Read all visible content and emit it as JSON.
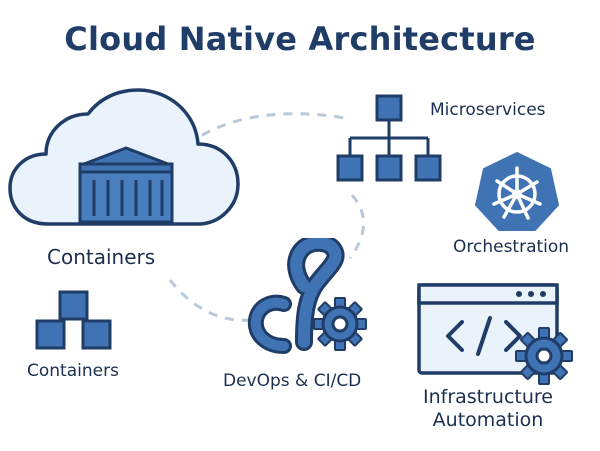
{
  "title": "Cloud Native Architecture",
  "nodes": {
    "containers_cloud": {
      "label": "Containers"
    },
    "containers_blocks": {
      "label": "Containers"
    },
    "microservices": {
      "label": "Microservices"
    },
    "orchestration": {
      "label": "Orchestration"
    },
    "devops": {
      "label": "DevOps & CI/CD"
    },
    "infrastructure": {
      "label_line1": "Infrastructure",
      "label_line2": "Automation"
    }
  },
  "colors": {
    "primary": "#3f73b3",
    "primary_dark": "#1f3d66",
    "light_fill": "#eaf2fb",
    "connector": "#b9c9d9"
  },
  "icons": [
    "cloud-icon",
    "server-container-icon",
    "blocks-icon",
    "hierarchy-icon",
    "kubernetes-helm-icon",
    "chain-hook-icon",
    "gear-icon",
    "code-window-icon"
  ]
}
